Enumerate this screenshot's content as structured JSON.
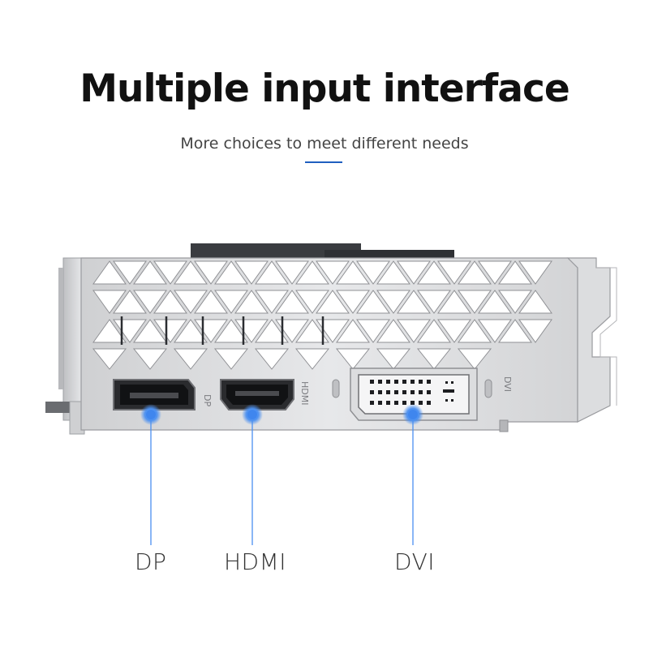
{
  "header": {
    "title": "Multiple input interface",
    "subtitle": "More choices to meet different needs",
    "accent_color": "#1f5fbf"
  },
  "bracket": {
    "engraved_labels": [
      "DP",
      "HDMI",
      "DVI"
    ]
  },
  "ports": [
    {
      "name": "DP",
      "label": "DP",
      "marker_color": "#4a8ff0"
    },
    {
      "name": "HDMI",
      "label": "HDMI",
      "marker_color": "#4a8ff0"
    },
    {
      "name": "DVI",
      "label": "DVI",
      "marker_color": "#4a8ff0"
    }
  ]
}
